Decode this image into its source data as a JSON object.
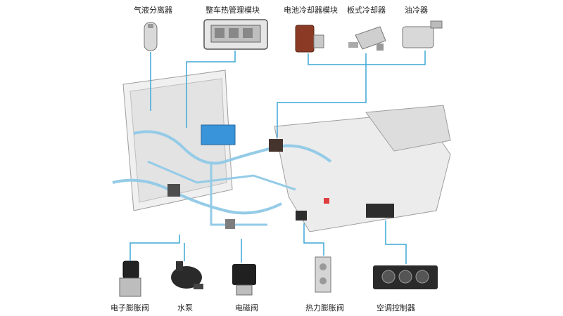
{
  "labels": {
    "gas_liquid_separator": "气液分离器",
    "thermal_management_module": "整车热管理模块",
    "battery_cooler_module": "电池冷却器模块",
    "plate_cooler": "板式冷却器",
    "oil_cooler": "油冷器",
    "electronic_expansion_valve": "电子膨胀阀",
    "water_pump": "水泵",
    "solenoid_valve": "电磁阀",
    "thermal_expansion_valve": "热力膨胀阀",
    "ac_controller": "空调控制器"
  },
  "colors": {
    "leader_line": "#3fa7d6",
    "module_blue": "#2f8fd8",
    "pipe_blue": "#8fc9e6"
  }
}
